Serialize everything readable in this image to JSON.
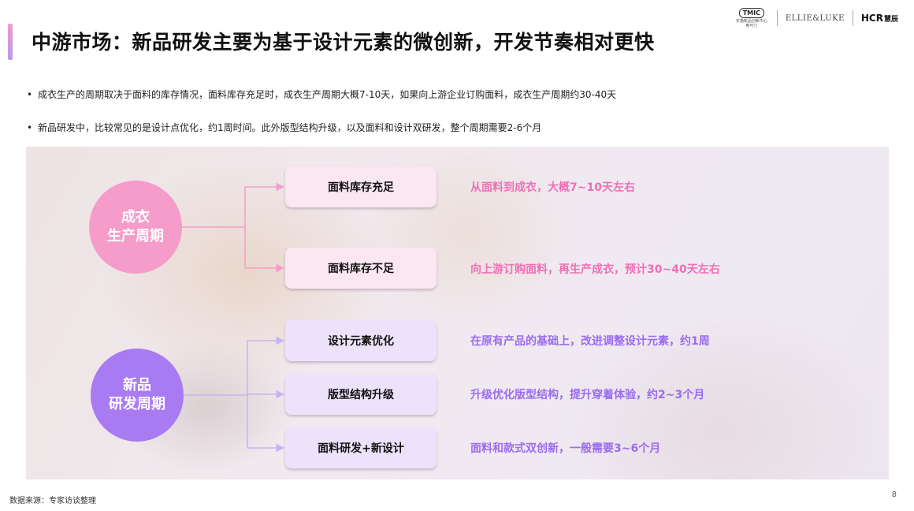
{
  "header": {
    "title": "中游市场：新品研发主要为基于设计元素的微创新，开发节奏相对更快",
    "logos": {
      "tmic": "TMIC",
      "tmic_sub": "天猫新品创新中心 奥可汀",
      "elle": "ELLIE&LUKE",
      "hcr": "HCR",
      "hcr_cn": "慧辰"
    }
  },
  "bullets": [
    "成衣生产的周期取决于面料的库存情况，面料库存充足时，成衣生产周期大概7-10天，如果向上游企业订购面料，成衣生产周期约30-40天",
    "新品研发中，比较常见的是设计点优化，约1周时间。此外版型结构升级，以及面料和设计双研发，整个周期需要2-6个月"
  ],
  "groups": {
    "production": {
      "line1": "成衣",
      "line2": "生产周期",
      "items": [
        {
          "label": "面料库存充足",
          "desc": "从面料到成衣，大概7~10天左右"
        },
        {
          "label": "面料库存不足",
          "desc": "向上游订购面料，再生产成衣，预计30~40天左右"
        }
      ]
    },
    "development": {
      "line1": "新品",
      "line2": "研发周期",
      "items": [
        {
          "label": "设计元素优化",
          "desc": "在原有产品的基础上，改进调整设计元素，约1周"
        },
        {
          "label": "版型结构升级",
          "desc": "升级优化版型结构，提升穿着体验，约2~3个月"
        },
        {
          "label": "面料研发+新设计",
          "desc": "面料和款式双创新，一般需要3~6个月"
        }
      ]
    }
  },
  "footer": {
    "source": "数据来源：专家访谈整理",
    "page": "8"
  },
  "colors": {
    "pink": "#f59ccb",
    "purple": "#a87bf2",
    "pink_text": "#ef6fb5",
    "purple_text": "#9a6cee"
  }
}
